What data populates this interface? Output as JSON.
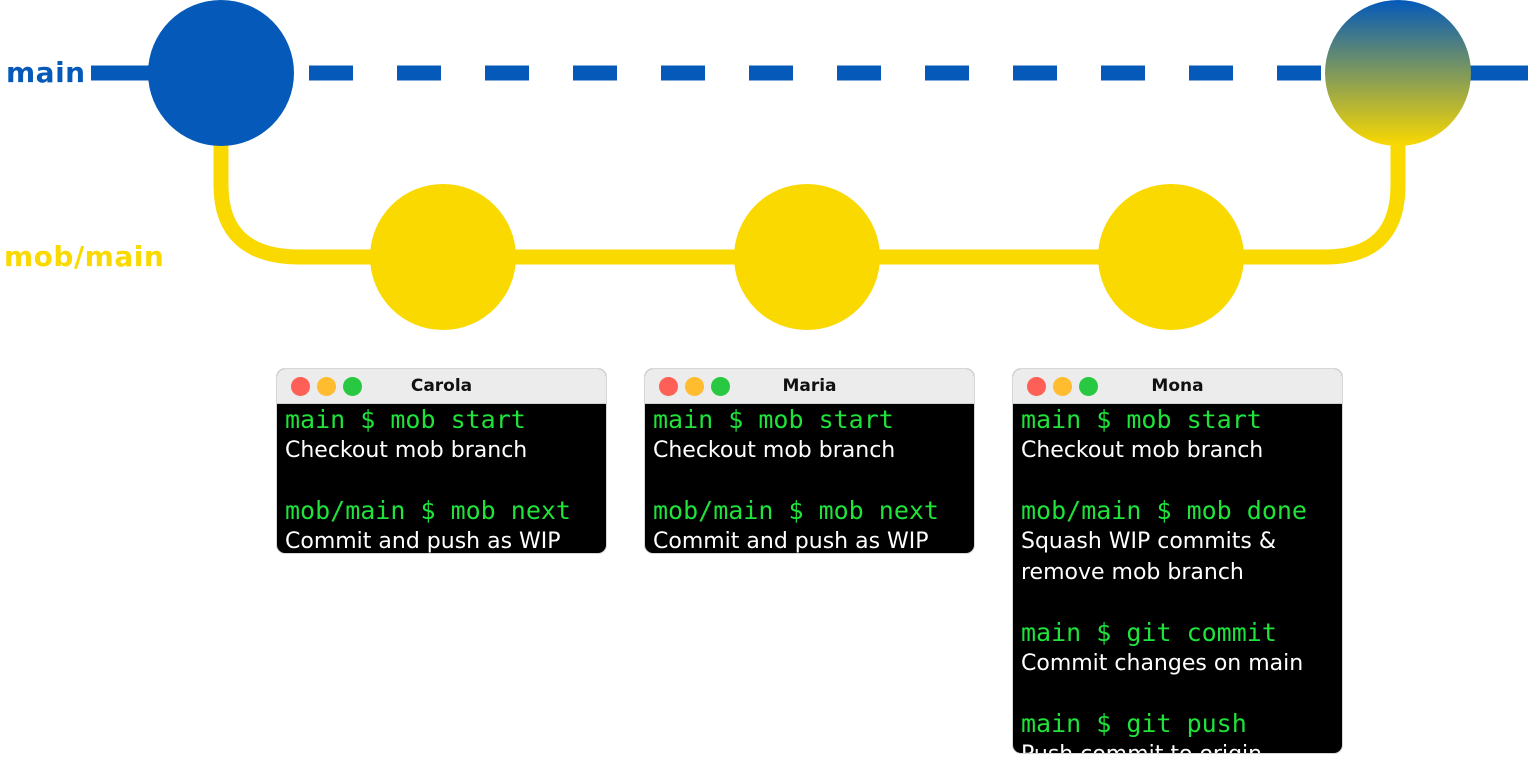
{
  "branches": {
    "main": {
      "label": "main",
      "color": "#0459b9"
    },
    "mob": {
      "label": "mob/main",
      "color": "#fad900"
    }
  },
  "icons": {
    "close": "close-dot-icon",
    "minimize": "minimize-dot-icon",
    "maximize": "maximize-dot-icon"
  },
  "terminals": [
    {
      "user": "Carola",
      "lines": [
        {
          "cmd": "main $ mob start",
          "out": "Checkout mob branch"
        },
        {
          "cmd": "mob/main $ mob next",
          "out": "Commit and push as WIP"
        }
      ]
    },
    {
      "user": "Maria",
      "lines": [
        {
          "cmd": "main $ mob start",
          "out": "Checkout mob branch"
        },
        {
          "cmd": "mob/main $ mob next",
          "out": "Commit and push as WIP"
        }
      ]
    },
    {
      "user": "Mona",
      "lines": [
        {
          "cmd": "main $ mob start",
          "out": "Checkout mob branch"
        },
        {
          "cmd": "mob/main $ mob done",
          "out": "Squash WIP commits &",
          "out2": "remove mob branch"
        },
        {
          "cmd": "main $ git commit",
          "out": "Commit changes on main"
        },
        {
          "cmd": "main $ git push",
          "out": "Push commit to origin"
        }
      ]
    }
  ]
}
